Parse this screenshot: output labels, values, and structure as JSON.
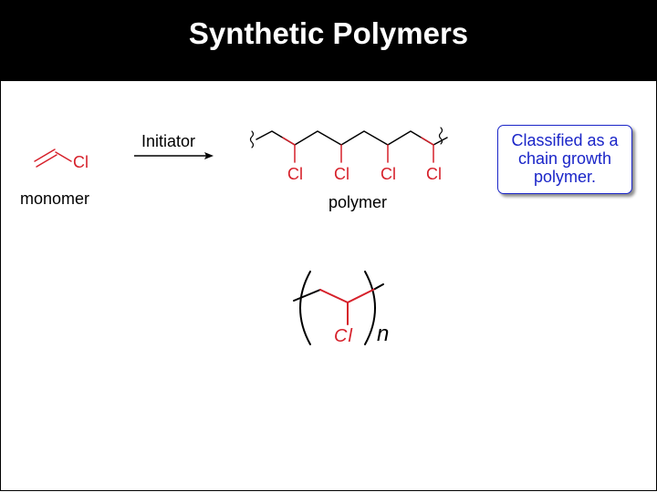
{
  "slide": {
    "title": "Synthetic Polymers"
  },
  "monomer": {
    "substituent": "Cl",
    "label": "monomer"
  },
  "reaction": {
    "arrow_label": "Initiator"
  },
  "polymer": {
    "substituents": [
      "Cl",
      "Cl",
      "Cl",
      "Cl"
    ],
    "label": "polymer"
  },
  "callout": {
    "lines": [
      "Classified as a",
      "chain growth",
      "polymer."
    ]
  },
  "handwritten": {
    "substituent": "Cl",
    "subscript": "n"
  },
  "colors": {
    "accent_red": "#d6202a",
    "callout_blue": "#1a25c8"
  }
}
